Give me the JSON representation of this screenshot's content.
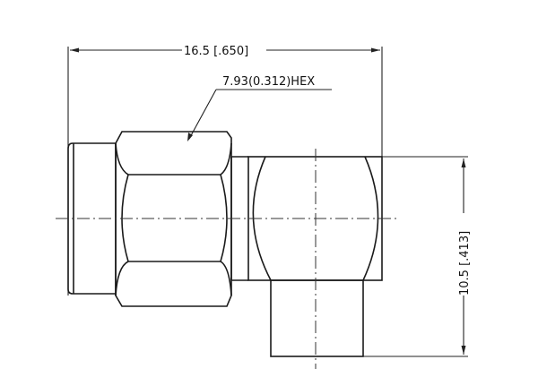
{
  "drawing": {
    "subject": "right-angle coaxial connector (SMA plug)",
    "dimensions": {
      "overall_length": "16.5 [.650]",
      "hex_size": "7.93(0.312)HEX",
      "height": "10.5 [.413]"
    }
  }
}
